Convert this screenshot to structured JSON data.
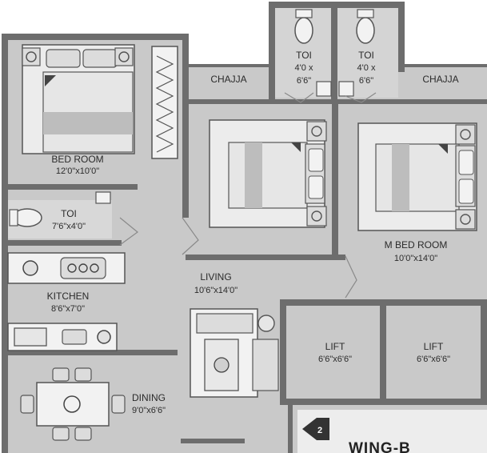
{
  "plan": {
    "rooms": {
      "bedroom": {
        "name": "BED ROOM",
        "size": "12'0\"x10'0\""
      },
      "toi_small": {
        "name": "TOI",
        "size": "7'6\"x4'0\""
      },
      "kitchen": {
        "name": "KITCHEN",
        "size": "8'6\"x7'0\""
      },
      "dining": {
        "name": "DINING",
        "size": "9'0\"x6'6\""
      },
      "living": {
        "name": "LIVING",
        "size": "10'6\"x14'0\""
      },
      "master": {
        "name": "M BED ROOM",
        "size": "10'0\"x14'0\""
      },
      "toi_1": {
        "name": "TOI",
        "size_a": "4'0 x",
        "size_b": "6'6\""
      },
      "toi_2": {
        "name": "TOI",
        "size_a": "4'0 x",
        "size_b": "6'6\""
      },
      "lift_1": {
        "name": "LIFT",
        "size": "6'6\"x6'6\""
      },
      "lift_2": {
        "name": "LIFT",
        "size": "6'6\"x6'6\""
      }
    },
    "chajja_left": "CHAJJA",
    "chajja_right": "CHAJJA",
    "stair_number": "2",
    "wing_label": "WING-B"
  }
}
